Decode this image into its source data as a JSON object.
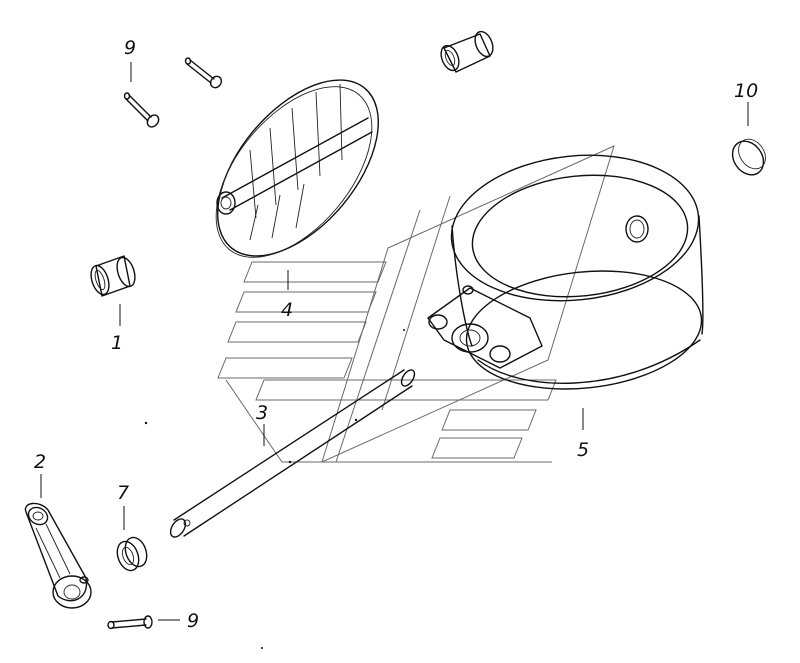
{
  "diagram": {
    "callouts": [
      {
        "id": "c9a",
        "text": "9"
      },
      {
        "id": "c10",
        "text": "10"
      },
      {
        "id": "c4",
        "text": "4"
      },
      {
        "id": "c1",
        "text": "1"
      },
      {
        "id": "c3",
        "text": "3"
      },
      {
        "id": "c5",
        "text": "5"
      },
      {
        "id": "c2",
        "text": "2"
      },
      {
        "id": "c7",
        "text": "7"
      },
      {
        "id": "c9b",
        "text": "9"
      }
    ]
  }
}
